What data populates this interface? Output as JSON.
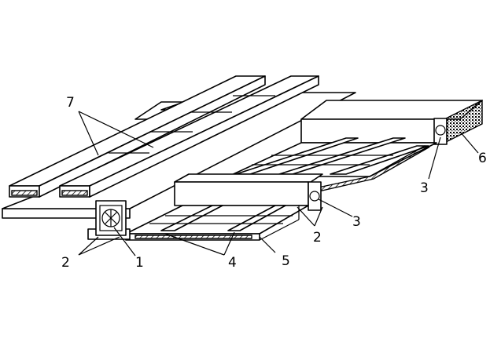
{
  "labels": {
    "l1": "1",
    "l2a": "2",
    "l2b": "2",
    "l3a": "3",
    "l3b": "3",
    "l4": "4",
    "l5": "5",
    "l6": "6",
    "l7": "7"
  },
  "colors": {
    "line": "#000000",
    "background": "#ffffff"
  }
}
